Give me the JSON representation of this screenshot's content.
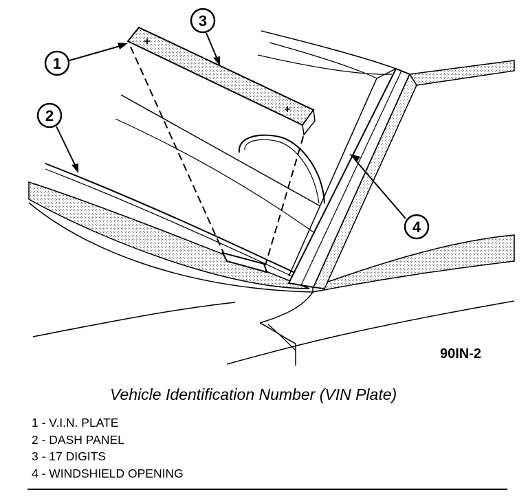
{
  "figure_code": "90IN-2",
  "caption": "Vehicle Identification Number (VIN Plate)",
  "callouts": [
    "1",
    "2",
    "3",
    "4"
  ],
  "legend": [
    "1 - V.I.N. PLATE",
    "2 - DASH PANEL",
    "3 - 17 DIGITS",
    "4 - WINDSHIELD OPENING"
  ]
}
